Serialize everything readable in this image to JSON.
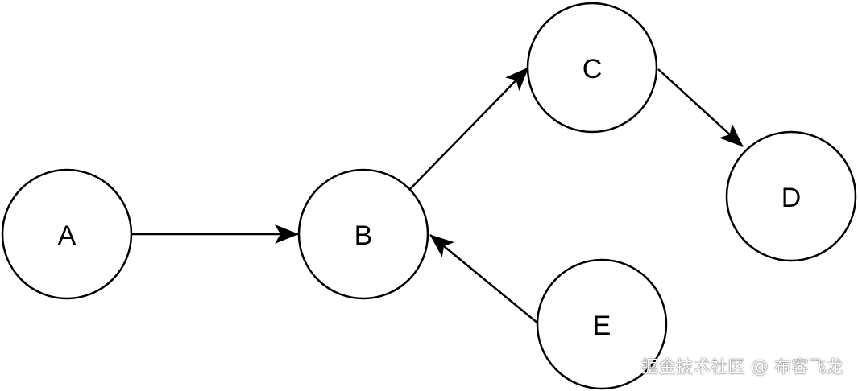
{
  "nodes": {
    "a": {
      "label": "A"
    },
    "b": {
      "label": "B"
    },
    "c": {
      "label": "C"
    },
    "d": {
      "label": "D"
    },
    "e": {
      "label": "E"
    }
  },
  "edges": [
    {
      "from": "A",
      "to": "B"
    },
    {
      "from": "B",
      "to": "C"
    },
    {
      "from": "C",
      "to": "D"
    },
    {
      "from": "E",
      "to": "B"
    }
  ],
  "watermark": "掘金技术社区 @ 布客飞龙",
  "colors": {
    "stroke": "#000000",
    "fill": "#ffffff"
  }
}
